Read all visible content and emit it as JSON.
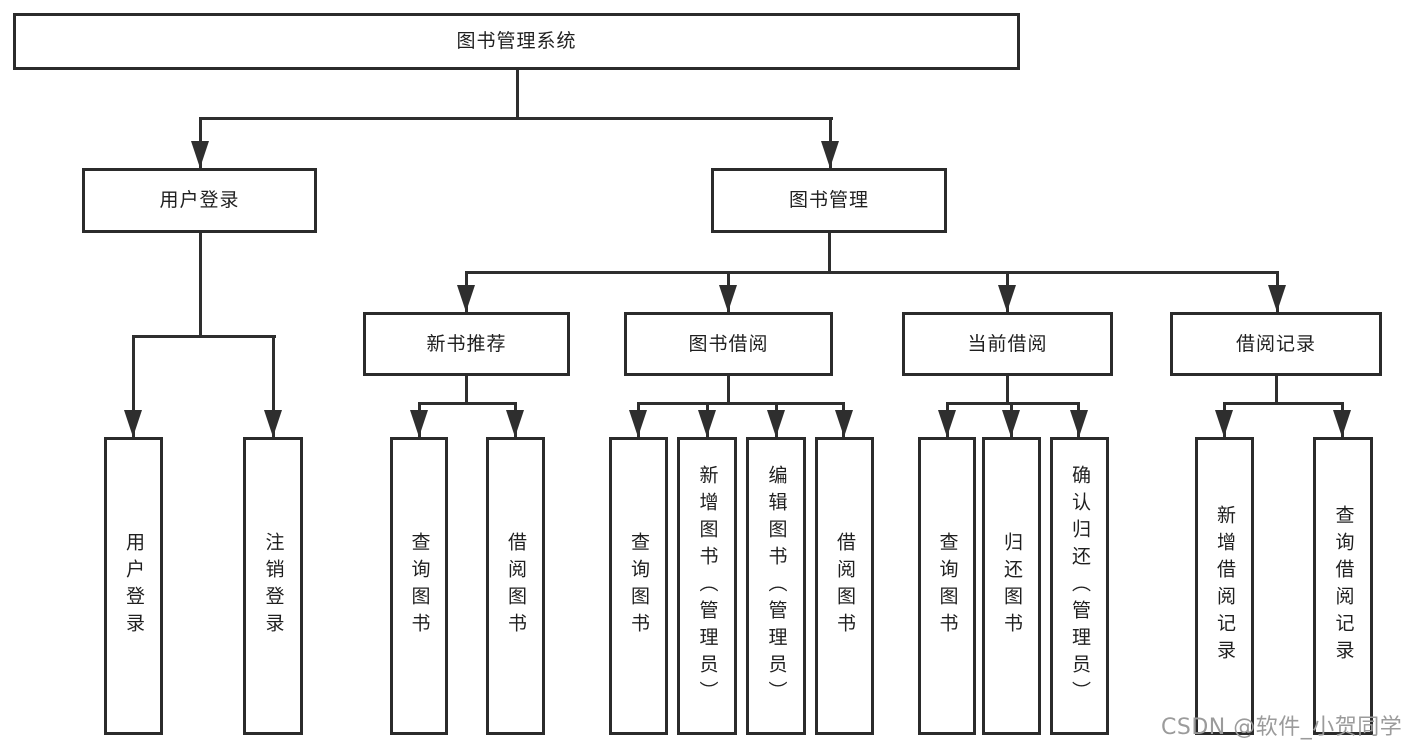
{
  "diagram": {
    "root": {
      "label": "图书管理系统"
    },
    "branches": [
      {
        "label": "用户登录",
        "children": [
          {
            "label": "用户登录"
          },
          {
            "label": "注销登录"
          }
        ]
      },
      {
        "label": "图书管理",
        "children": [
          {
            "label": "新书推荐",
            "children": [
              {
                "label": "查询图书"
              },
              {
                "label": "借阅图书"
              }
            ]
          },
          {
            "label": "图书借阅",
            "children": [
              {
                "label": "查询图书"
              },
              {
                "label": "新增图书（管理员）"
              },
              {
                "label": "编辑图书（管理员）"
              },
              {
                "label": "借阅图书"
              }
            ]
          },
          {
            "label": "当前借阅",
            "children": [
              {
                "label": "查询图书"
              },
              {
                "label": "归还图书"
              },
              {
                "label": "确认归还（管理员）"
              }
            ]
          },
          {
            "label": "借阅记录",
            "children": [
              {
                "label": "新增借阅记录"
              },
              {
                "label": "查询借阅记录"
              }
            ]
          }
        ]
      }
    ]
  },
  "watermark": {
    "text": "CSDN @软件_小贺同学",
    "color": "#9b9b9b"
  },
  "colors": {
    "line": "#2e2e2e",
    "box_border": "#2b2b2b",
    "background": "#ffffff",
    "text": "#1f1f1f",
    "watermark": "#9b9b9b"
  }
}
